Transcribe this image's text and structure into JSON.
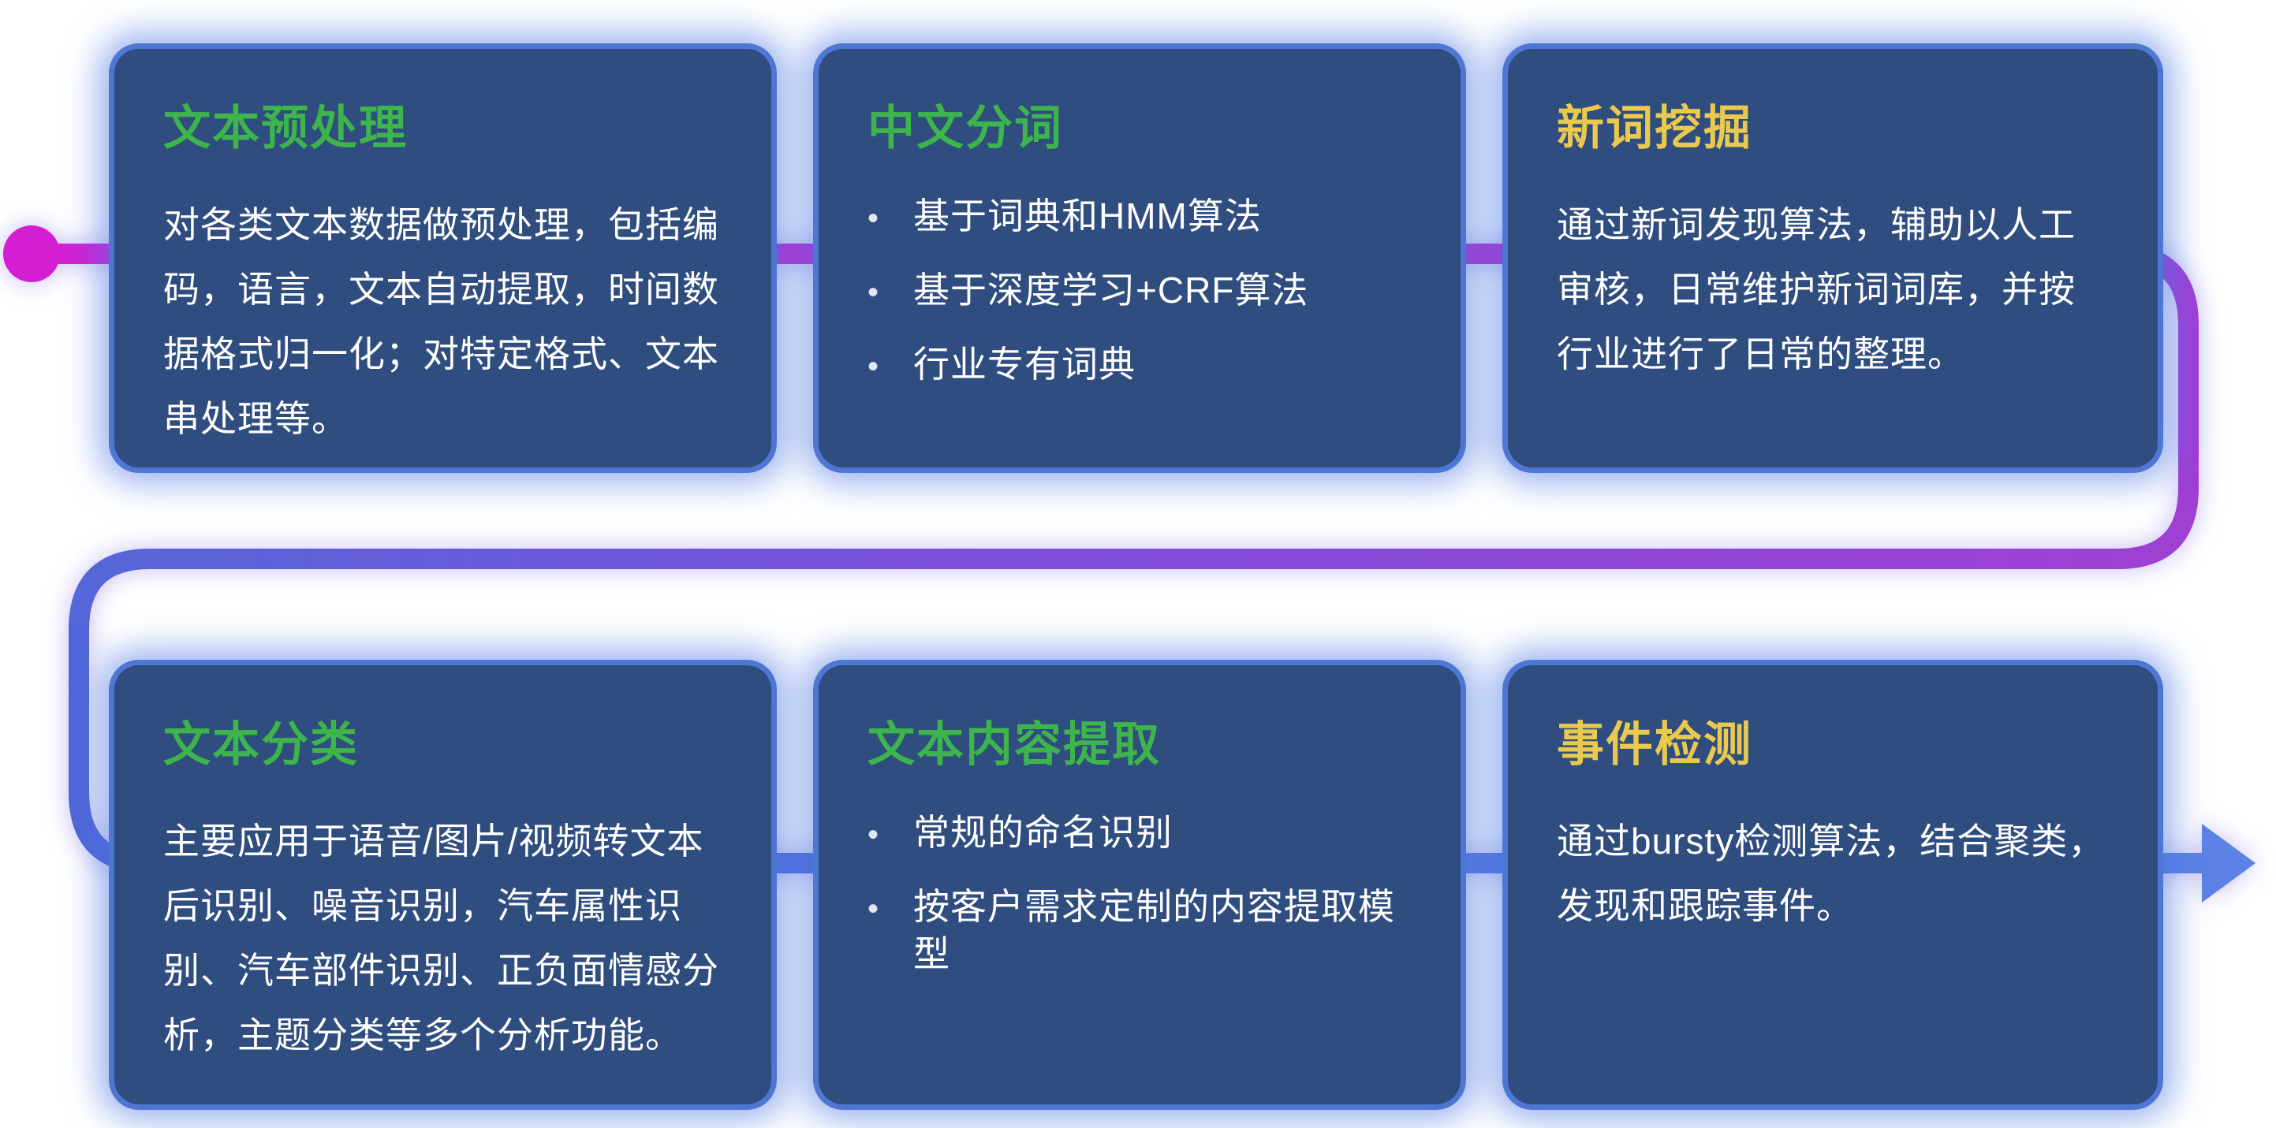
{
  "diagram": {
    "description": "NLP text-processing pipeline flow with six capability cards connected by an S-shaped gradient flow line",
    "flow": {
      "start_marker": "magenta-dot",
      "end_marker": "right-arrow",
      "colors": {
        "start_magenta": "#d41ed4",
        "mid_purple": "#9a44d4",
        "end_blue": "#4f74da",
        "arrow_blue": "#5b82e4"
      }
    },
    "card_style": {
      "background": "#2f4d7f",
      "glow_border": "#547ee2",
      "title_green": "#3db44c",
      "title_yellow": "#eac94f",
      "body_text": "#ffffff"
    }
  },
  "cards": [
    {
      "title": "文本预处理",
      "title_color": "#3db44c",
      "body": "对各类文本数据做预处理，包括编码，语言，文本自动提取，时间数据格式归一化；对特定格式、文本串处理等。",
      "bullets": []
    },
    {
      "title": "中文分词",
      "title_color": "#3db44c",
      "body": "",
      "bullets": [
        "基于词典和HMM算法",
        "基于深度学习+CRF算法",
        "行业专有词典"
      ]
    },
    {
      "title": "新词挖掘",
      "title_color": "#eac94f",
      "body": "通过新词发现算法，辅助以人工审核，日常维护新词词库，并按行业进行了日常的整理。",
      "bullets": []
    },
    {
      "title": "文本分类",
      "title_color": "#3db44c",
      "body": "主要应用于语音/图片/视频转文本后识别、噪音识别，汽车属性识别、汽车部件识别、正负面情感分析，主题分类等多个分析功能。",
      "bullets": []
    },
    {
      "title": "文本内容提取",
      "title_color": "#3db44c",
      "body": "",
      "bullets": [
        "常规的命名识别",
        "按客户需求定制的内容提取模型"
      ]
    },
    {
      "title": "事件检测",
      "title_color": "#eac94f",
      "body": "通过bursty检测算法，结合聚类，发现和跟踪事件。",
      "bullets": []
    }
  ],
  "bullet_glyph": "•"
}
